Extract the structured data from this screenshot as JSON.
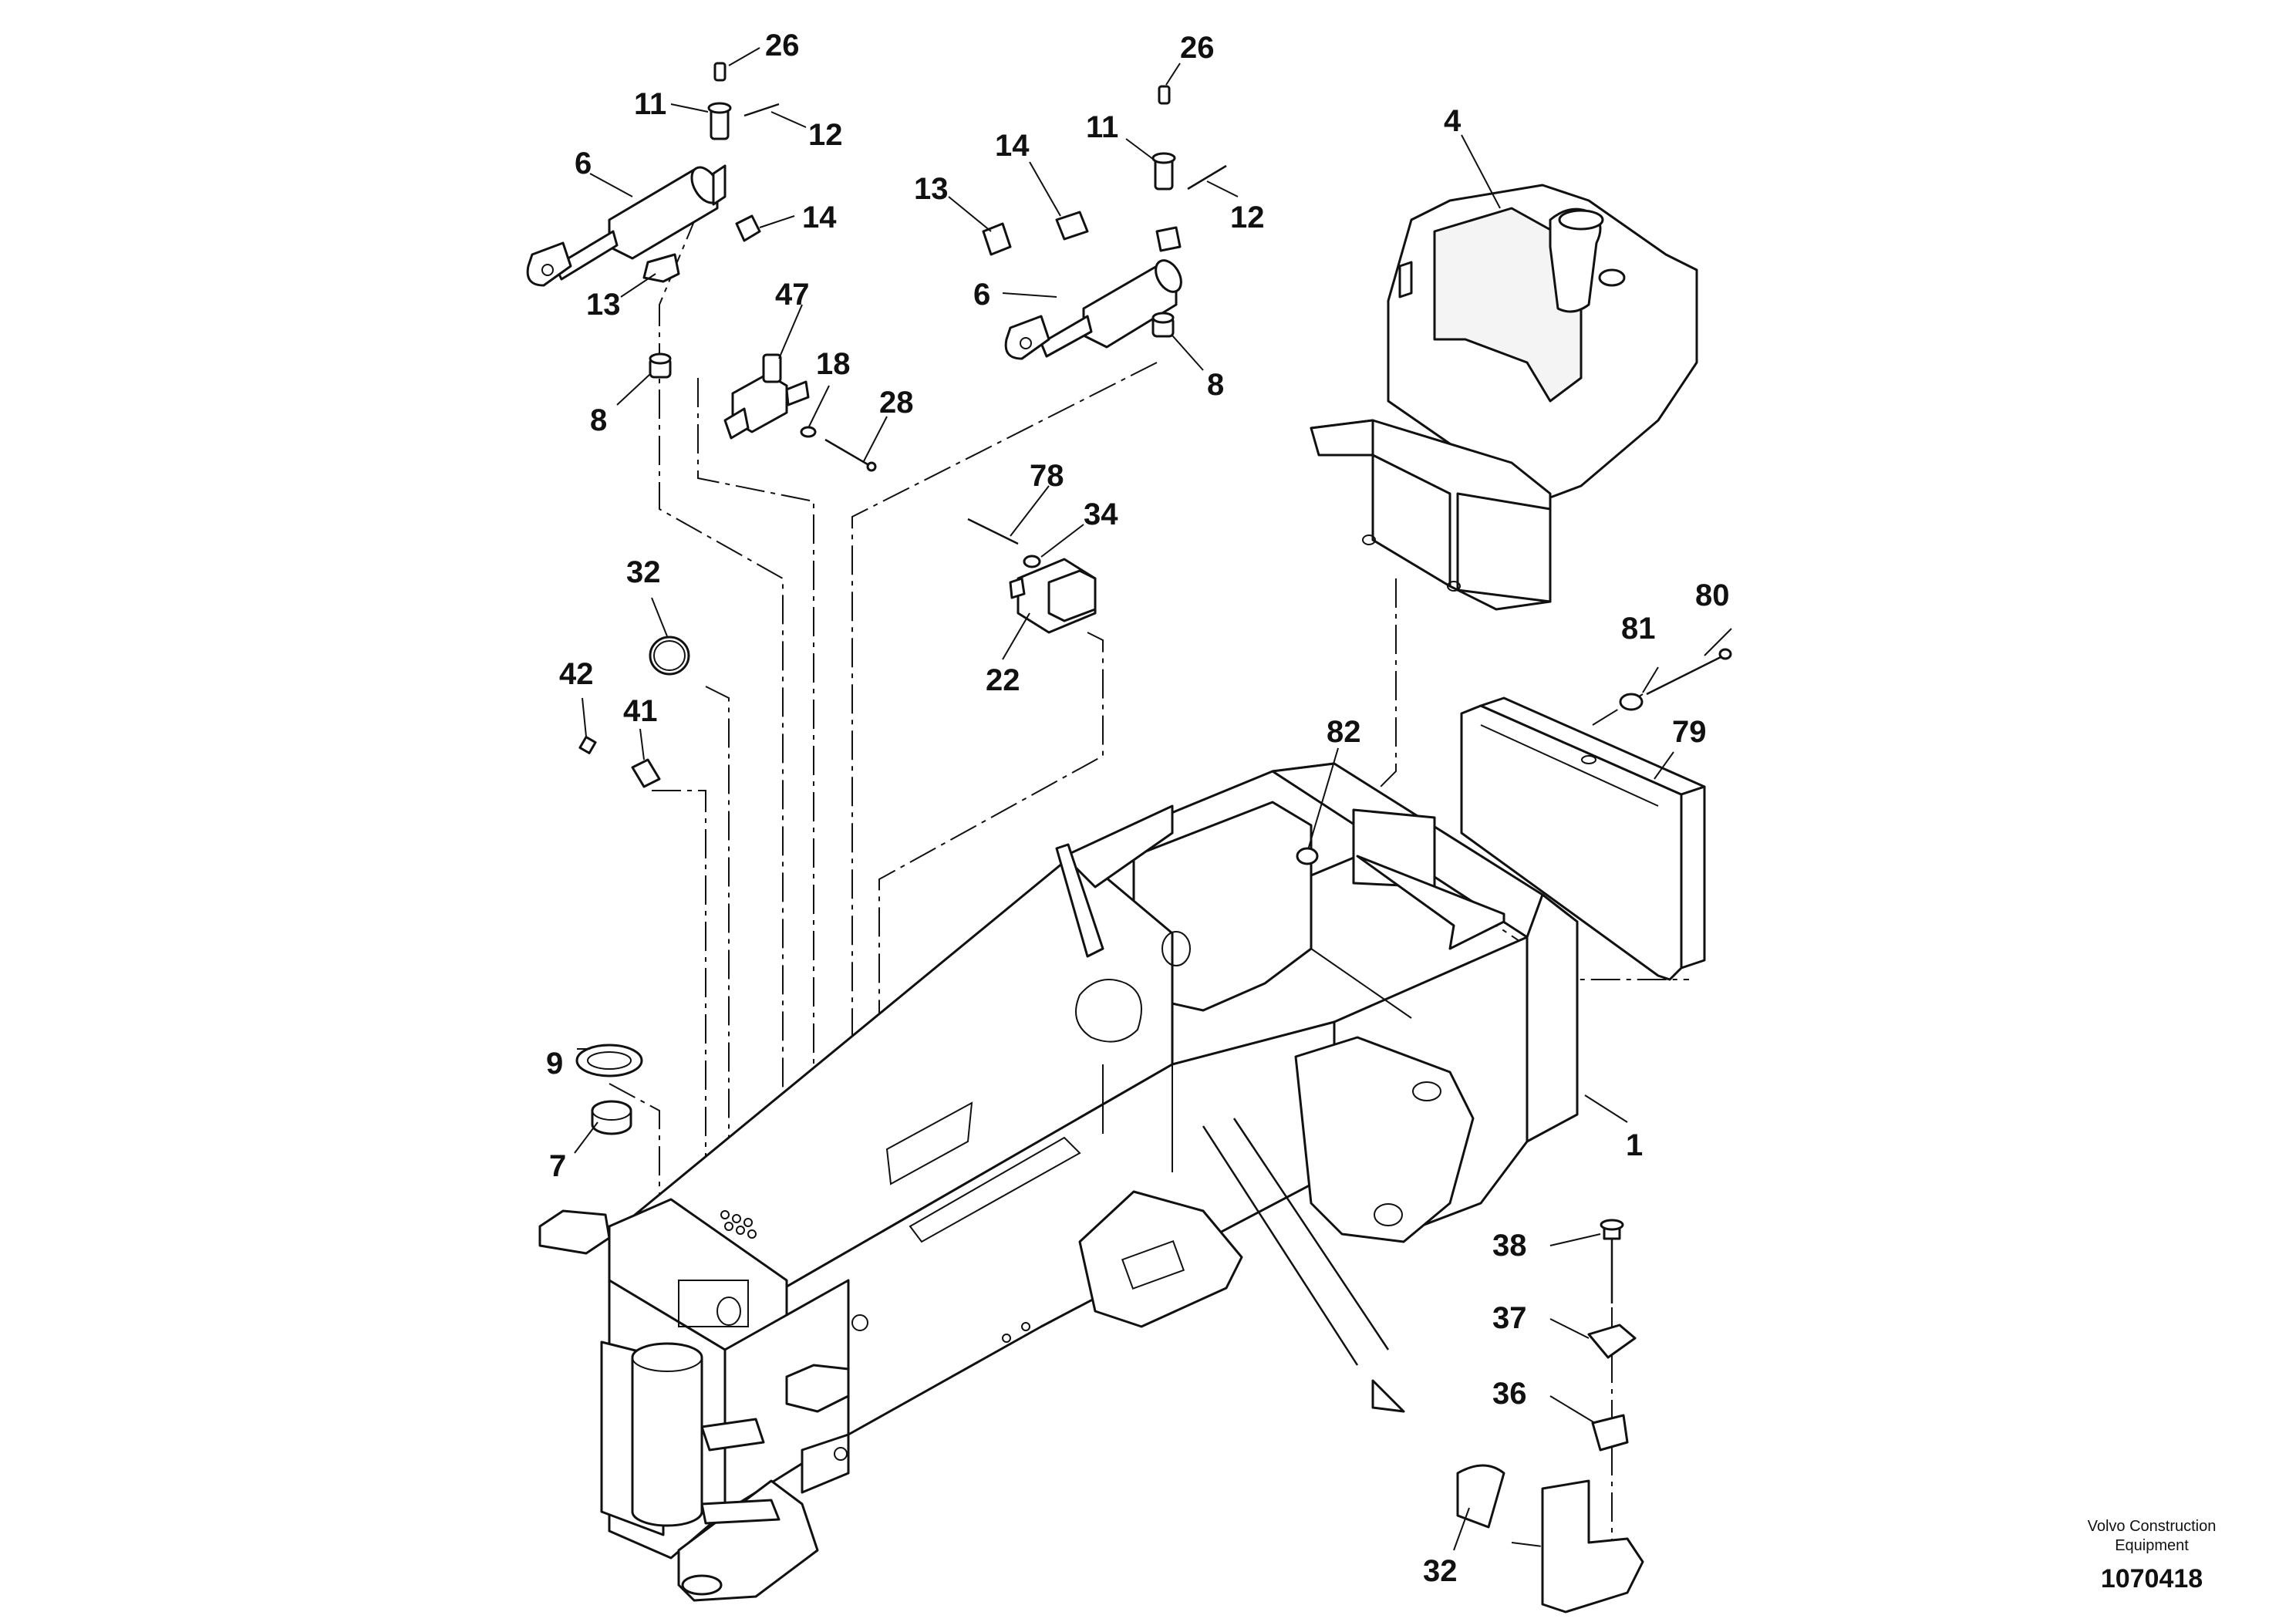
{
  "diagram": {
    "callouts": {
      "c26a": "26",
      "c11a": "11",
      "c12a": "12",
      "c6a": "6",
      "c14a": "14",
      "c13a": "13",
      "c8a": "8",
      "c47": "47",
      "c18": "18",
      "c28": "28",
      "c26b": "26",
      "c11b": "11",
      "c12b": "12",
      "c14b": "14",
      "c13b": "13",
      "c6b": "6",
      "c8b": "8",
      "c4": "4",
      "c78": "78",
      "c34": "34",
      "c22": "22",
      "c32a": "32",
      "c42": "42",
      "c41": "41",
      "c81": "81",
      "c80": "80",
      "c79": "79",
      "c82": "82",
      "c9": "9",
      "c7": "7",
      "c1": "1",
      "c38": "38",
      "c37": "37",
      "c36": "36",
      "c32b": "32"
    },
    "credit_line1": "Volvo Construction",
    "credit_line2": "Equipment",
    "document_number": "1070418"
  }
}
